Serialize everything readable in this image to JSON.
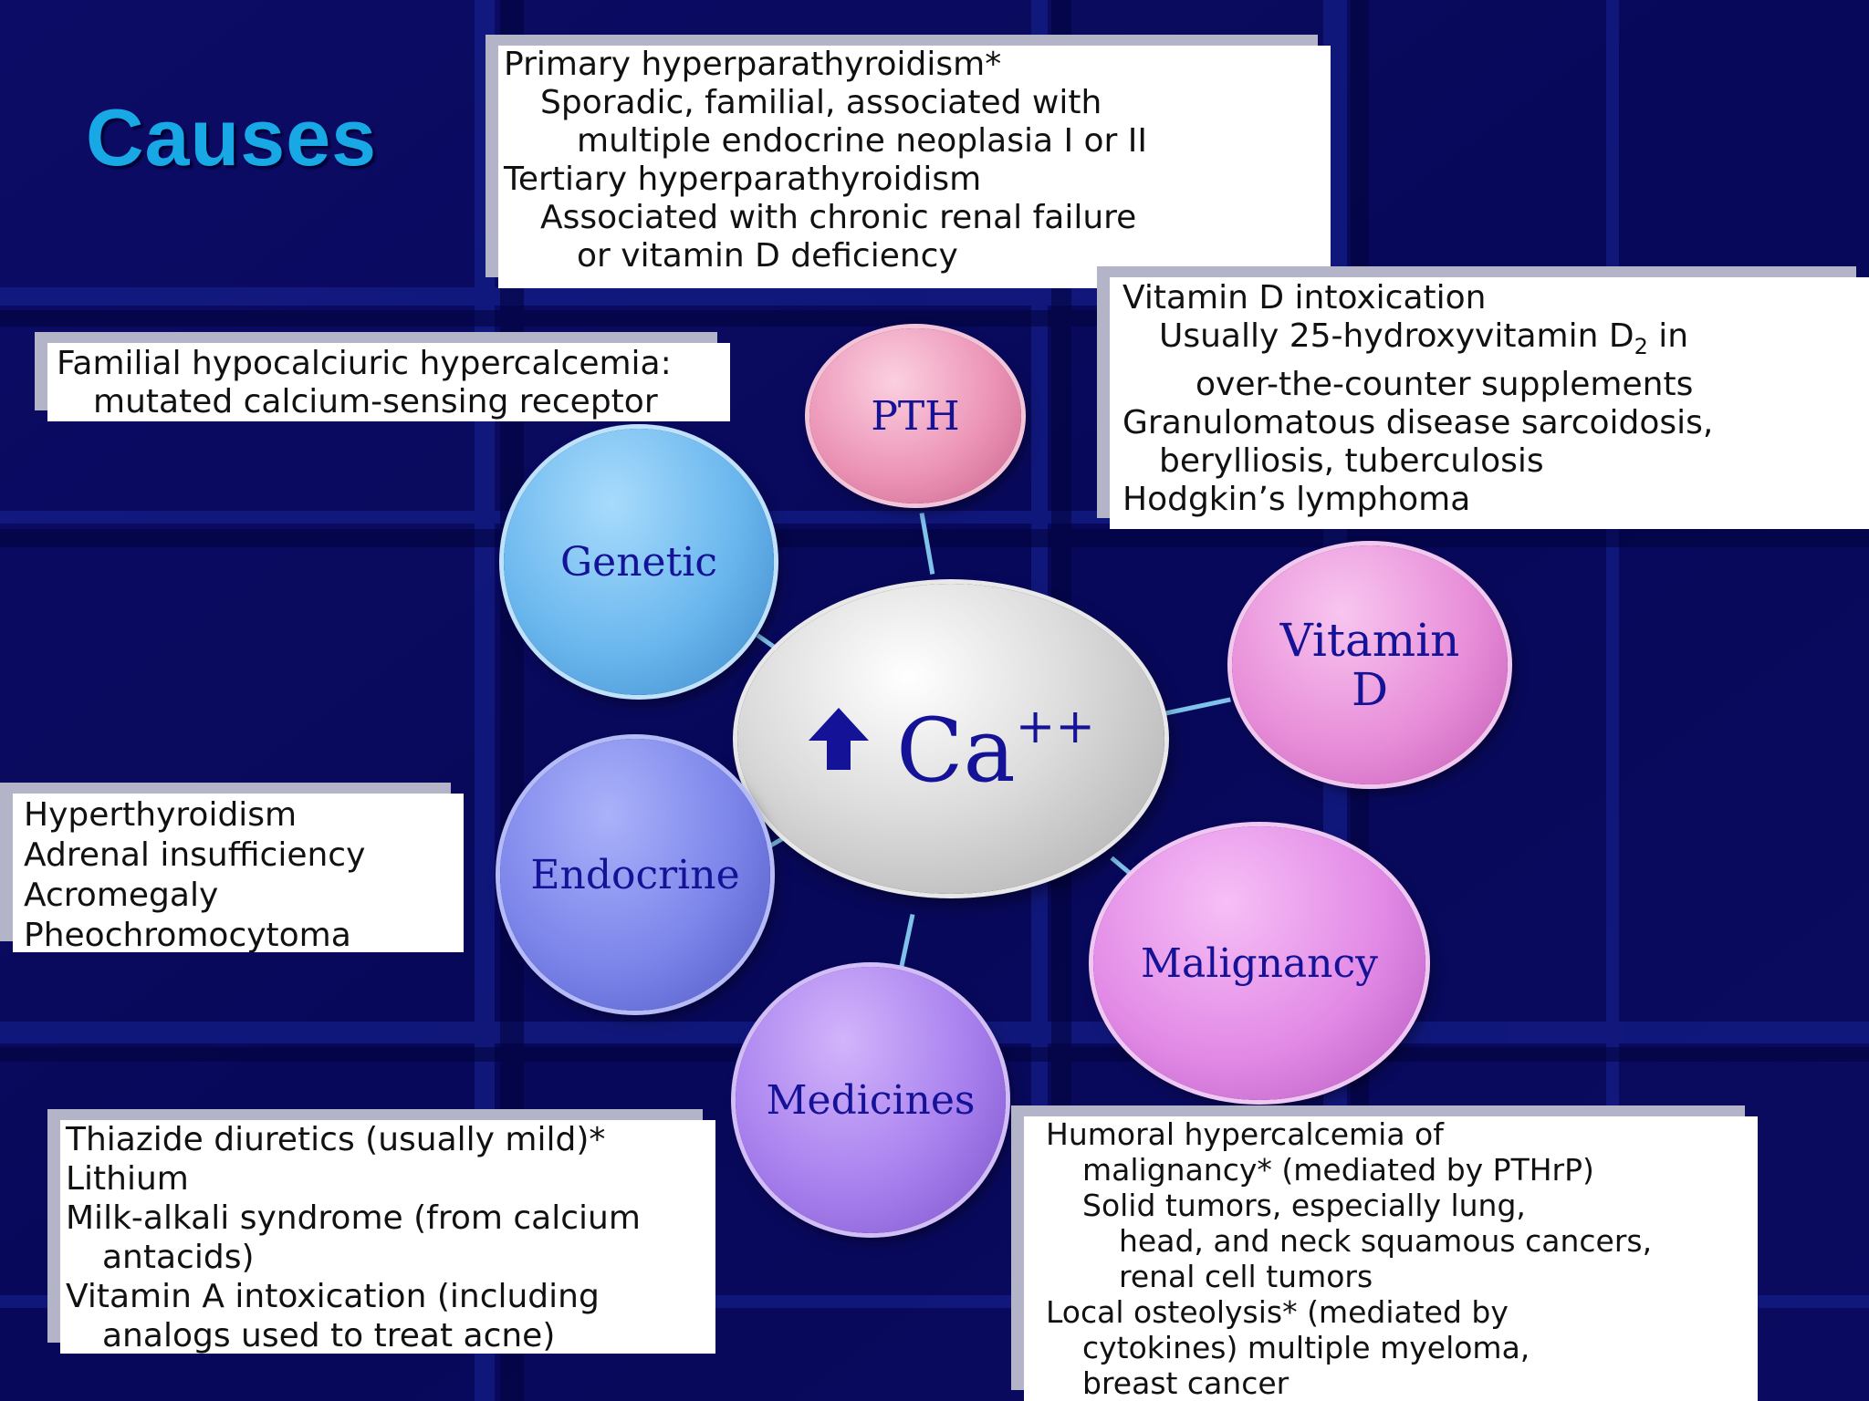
{
  "title": "Causes",
  "center": {
    "arrow_icon": "up-arrow-icon",
    "label": "Ca",
    "superscript": "++"
  },
  "nodes": {
    "pth": "PTH",
    "genetic": "Genetic",
    "vitamin_d": {
      "line1": "Vitamin",
      "line2": "D"
    },
    "endocrine": "Endocrine",
    "malignancy": "Malignancy",
    "medicines": "Medicines"
  },
  "boxes": {
    "pth": [
      "Primary hyperparathyroidism*",
      "Sporadic, familial, associated with",
      "multiple endocrine neoplasia I or II",
      "Tertiary hyperparathyroidism",
      "Associated with chronic renal failure",
      "or vitamin D deficiency"
    ],
    "genetic": [
      "Familial hypocalciuric hypercalcemia:",
      "mutated calcium-sensing receptor"
    ],
    "vitamin_d": {
      "l1": "Vitamin D intoxication",
      "l2_pre": "Usually 25-hydroxyvitamin D",
      "l2_sub": "2",
      "l2_post": " in",
      "l3": "over-the-counter supplements",
      "l4": "Granulomatous disease sarcoidosis,",
      "l5": "berylliosis, tuberculosis",
      "l6": "Hodgkin’s lymphoma"
    },
    "endocrine": [
      "Hyperthyroidism",
      "Adrenal insufficiency",
      "Acromegaly",
      "Pheochromocytoma"
    ],
    "medicines": [
      "Thiazide diuretics (usually mild)*",
      "Lithium",
      "Milk-alkali syndrome (from calcium",
      "antacids)",
      "Vitamin A intoxication (including",
      "analogs used to treat acne)"
    ],
    "malignancy": [
      "Humoral hypercalcemia of",
      "malignancy* (mediated by PTHrP)",
      "Solid tumors, especially lung,",
      "head, and neck squamous cancers,",
      "renal cell tumors",
      "Local osteolysis* (mediated by",
      "cytokines) multiple myeloma,",
      "breast cancer"
    ]
  }
}
